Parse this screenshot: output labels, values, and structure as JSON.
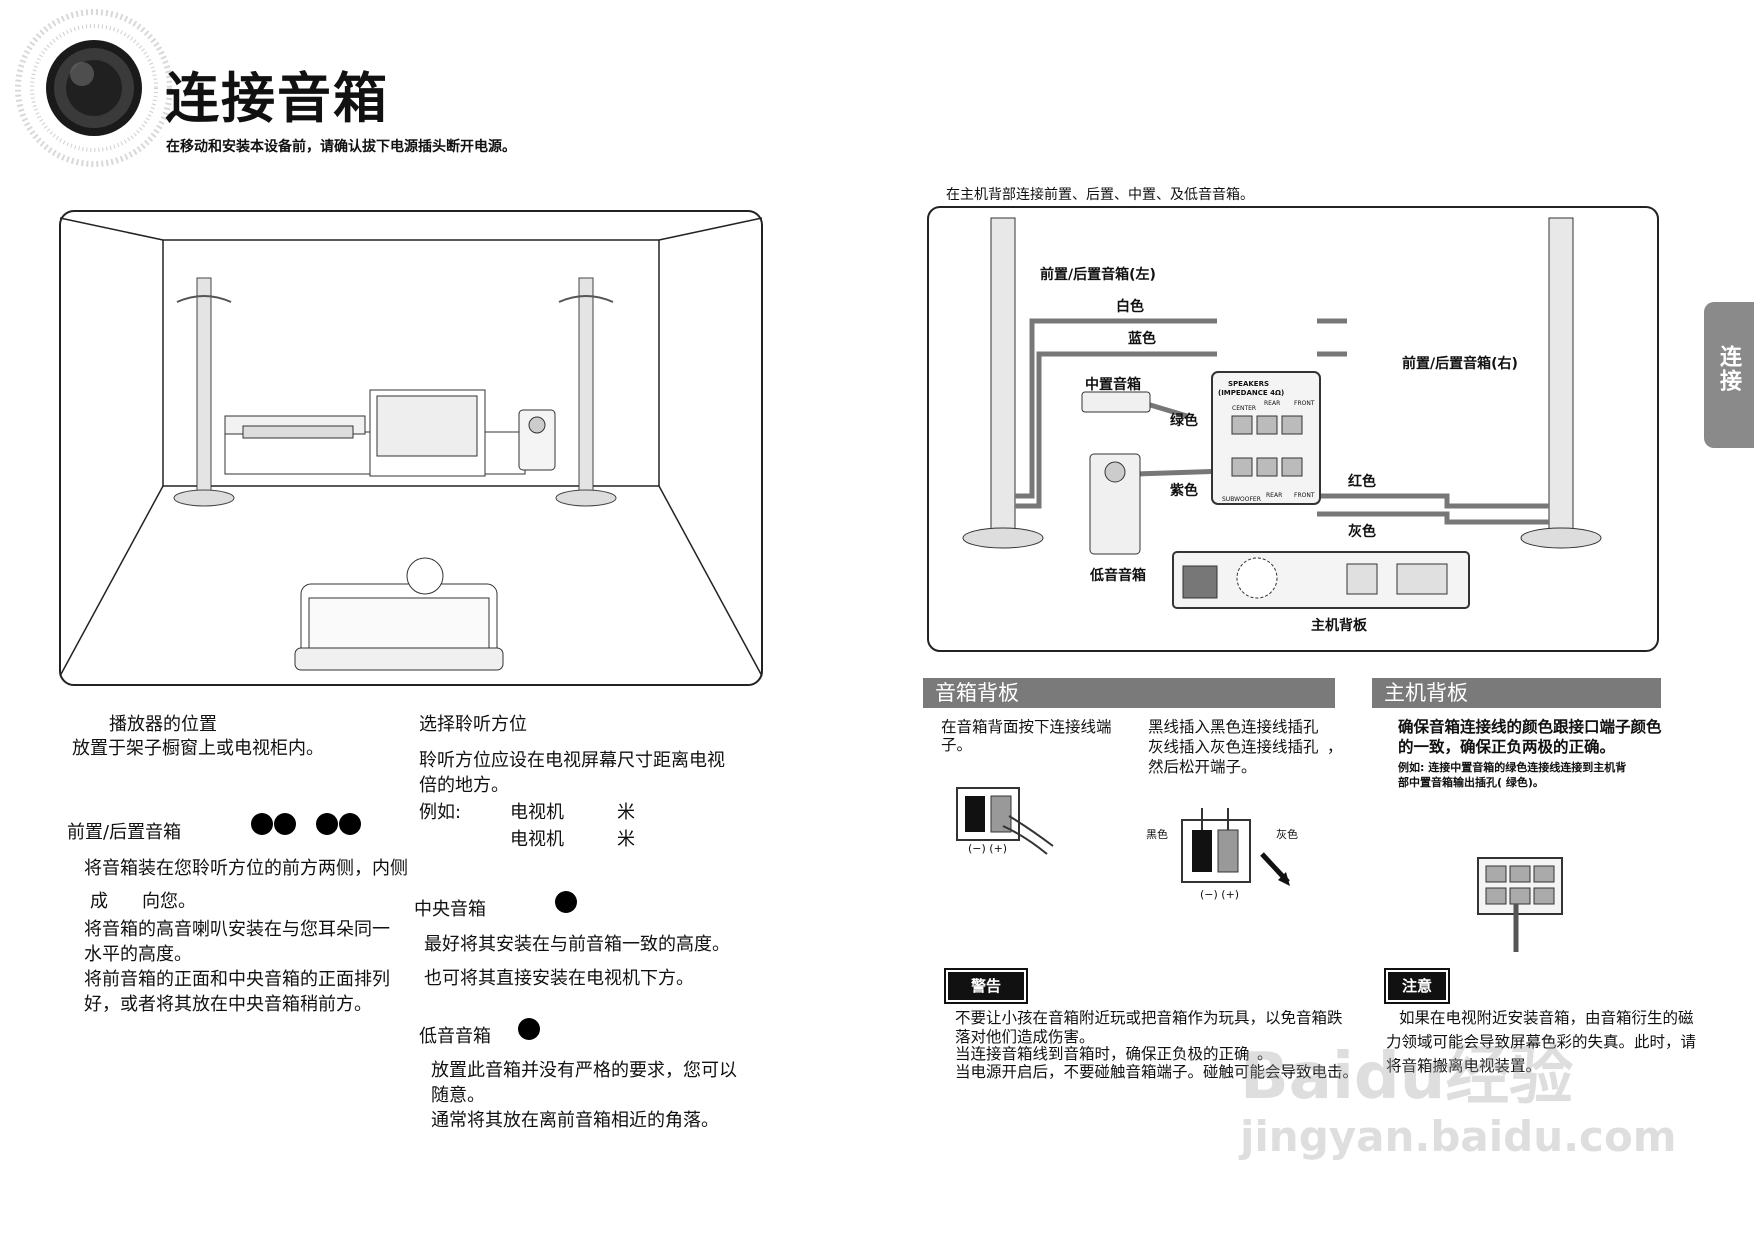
{
  "header": {
    "title": "连接音箱",
    "subtitle": "在移动和安装本设备前，请确认拔下电源插头断开电源。"
  },
  "left": {
    "player_pos_title": "播放器的位置",
    "player_pos_text": "放置于架子橱窗上或电视柜内。",
    "listen_title": "选择聆听方位",
    "listen_text_1": "聆听方位应设在电视屏幕尺寸距离电视",
    "listen_text_2": "倍的地方。",
    "example_label": "例如:",
    "example_row1_tv": "电视机",
    "example_row1_unit": "米",
    "example_row2_tv": "电视机",
    "example_row2_unit": "米",
    "front_rear_title": "前置/后置音箱",
    "front_rear_text_1": "将音箱装在您聆听方位的前方两侧，内侧",
    "front_rear_text_2a": "成",
    "front_rear_text_2b": "向您。",
    "front_rear_text_3": "将音箱的高音喇叭安装在与您耳朵同一",
    "front_rear_text_4": "水平的高度。",
    "front_rear_text_5": "将前音箱的正面和中央音箱的正面排列",
    "front_rear_text_6": "好，或者将其放在中央音箱稍前方。",
    "center_title": "中央音箱",
    "center_text_1": "最好将其安装在与前音箱一致的高度。",
    "center_text_2": "也可将其直接安装在电视机下方。",
    "sub_title": "低音音箱",
    "sub_text_1": "放置此音箱并没有严格的要求，您可以",
    "sub_text_2": "随意。",
    "sub_text_3": "通常将其放在离前音箱相近的角落。"
  },
  "right": {
    "intro": "在主机背部连接前置、后置、中置、及低音音箱。",
    "diagram": {
      "front_left": "前置/后置音箱(左)",
      "front_right": "前置/后置音箱(右)",
      "white": "白色",
      "blue": "蓝色",
      "center": "中置音箱",
      "green": "绿色",
      "purple": "紫色",
      "red": "红色",
      "gray": "灰色",
      "subwoofer": "低音音箱",
      "main_back": "主机背板",
      "speakers_label": "SPEAKERS",
      "impedance_label": "(IMPEDANCE 4Ω)",
      "term_center": "CENTER",
      "term_rear": "REAR",
      "term_front": "FRONT",
      "term_subwoofer": "SUBWOOFER",
      "term_rear2": "REAR",
      "term_front2": "FRONT"
    },
    "speaker_back_bar": "音箱背板",
    "speaker_back_text_1": "在音箱背面按下连接线端",
    "speaker_back_text_2": "子。",
    "wire_text_1": "黑线插入黑色连接线插孔",
    "wire_text_2": "灰线插入灰色连接线插孔",
    "wire_text_2b": "，",
    "wire_text_3": "然后松开端子。",
    "black_label": "黑色",
    "gray_label": "灰色",
    "polarity": "(−) (+)",
    "main_back_bar": "主机背板",
    "main_text_1": "确保音箱连接线的颜色跟接口端子颜色",
    "main_text_2": "的一致，确保正负两极的正确。",
    "main_example_1": "例如:  连接中置音箱的绿色连接线连接到主机背",
    "main_example_2": "部中置音箱输出插孔(  绿色)。",
    "warning_label": "警告",
    "warning_1": "不要让小孩在音箱附近玩或把音箱作为玩具，以免音箱跌",
    "warning_2": "落对他们造成伤害。",
    "warning_3": "当连接音箱线到音箱时，确保正负极的正确",
    "warning_3b": "。",
    "warning_4": "当电源开启后，不要碰触音箱端子。碰触可能会导致电击。",
    "caution_label": "注意",
    "caution_1": "如果在电视附近安装音箱，由音箱衍生的磁",
    "caution_2": "力领域可能会导致屏幕色彩的失真。此时，请",
    "caution_3": "将音箱搬离电视装置。"
  },
  "tab": {
    "label": "连接"
  },
  "watermark": {
    "line1": "Baidu经验",
    "line2": "jingyan.baidu.com"
  }
}
